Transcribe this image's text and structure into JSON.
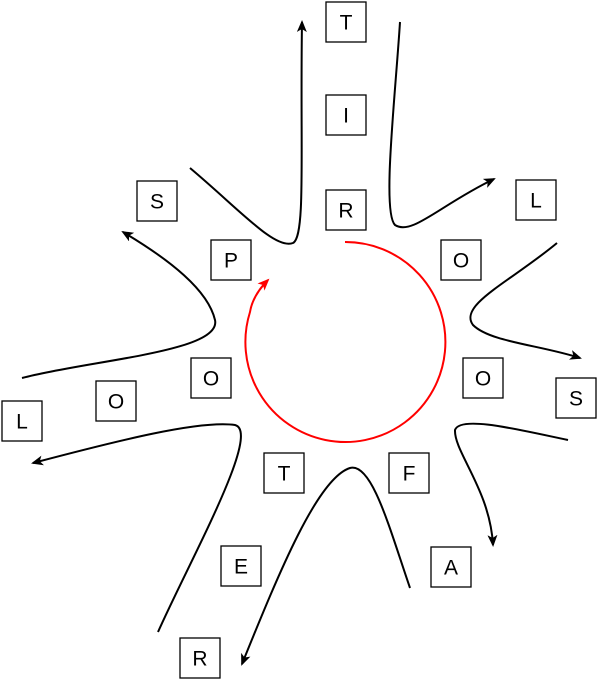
{
  "letters": [
    "T",
    "I",
    "R",
    "L",
    "O",
    "S",
    "P",
    "S",
    "O",
    "O",
    "O",
    "L",
    "T",
    "F",
    "E",
    "A",
    "R"
  ],
  "colors": {
    "cycle": "#ff0000",
    "paths": "#000000"
  }
}
